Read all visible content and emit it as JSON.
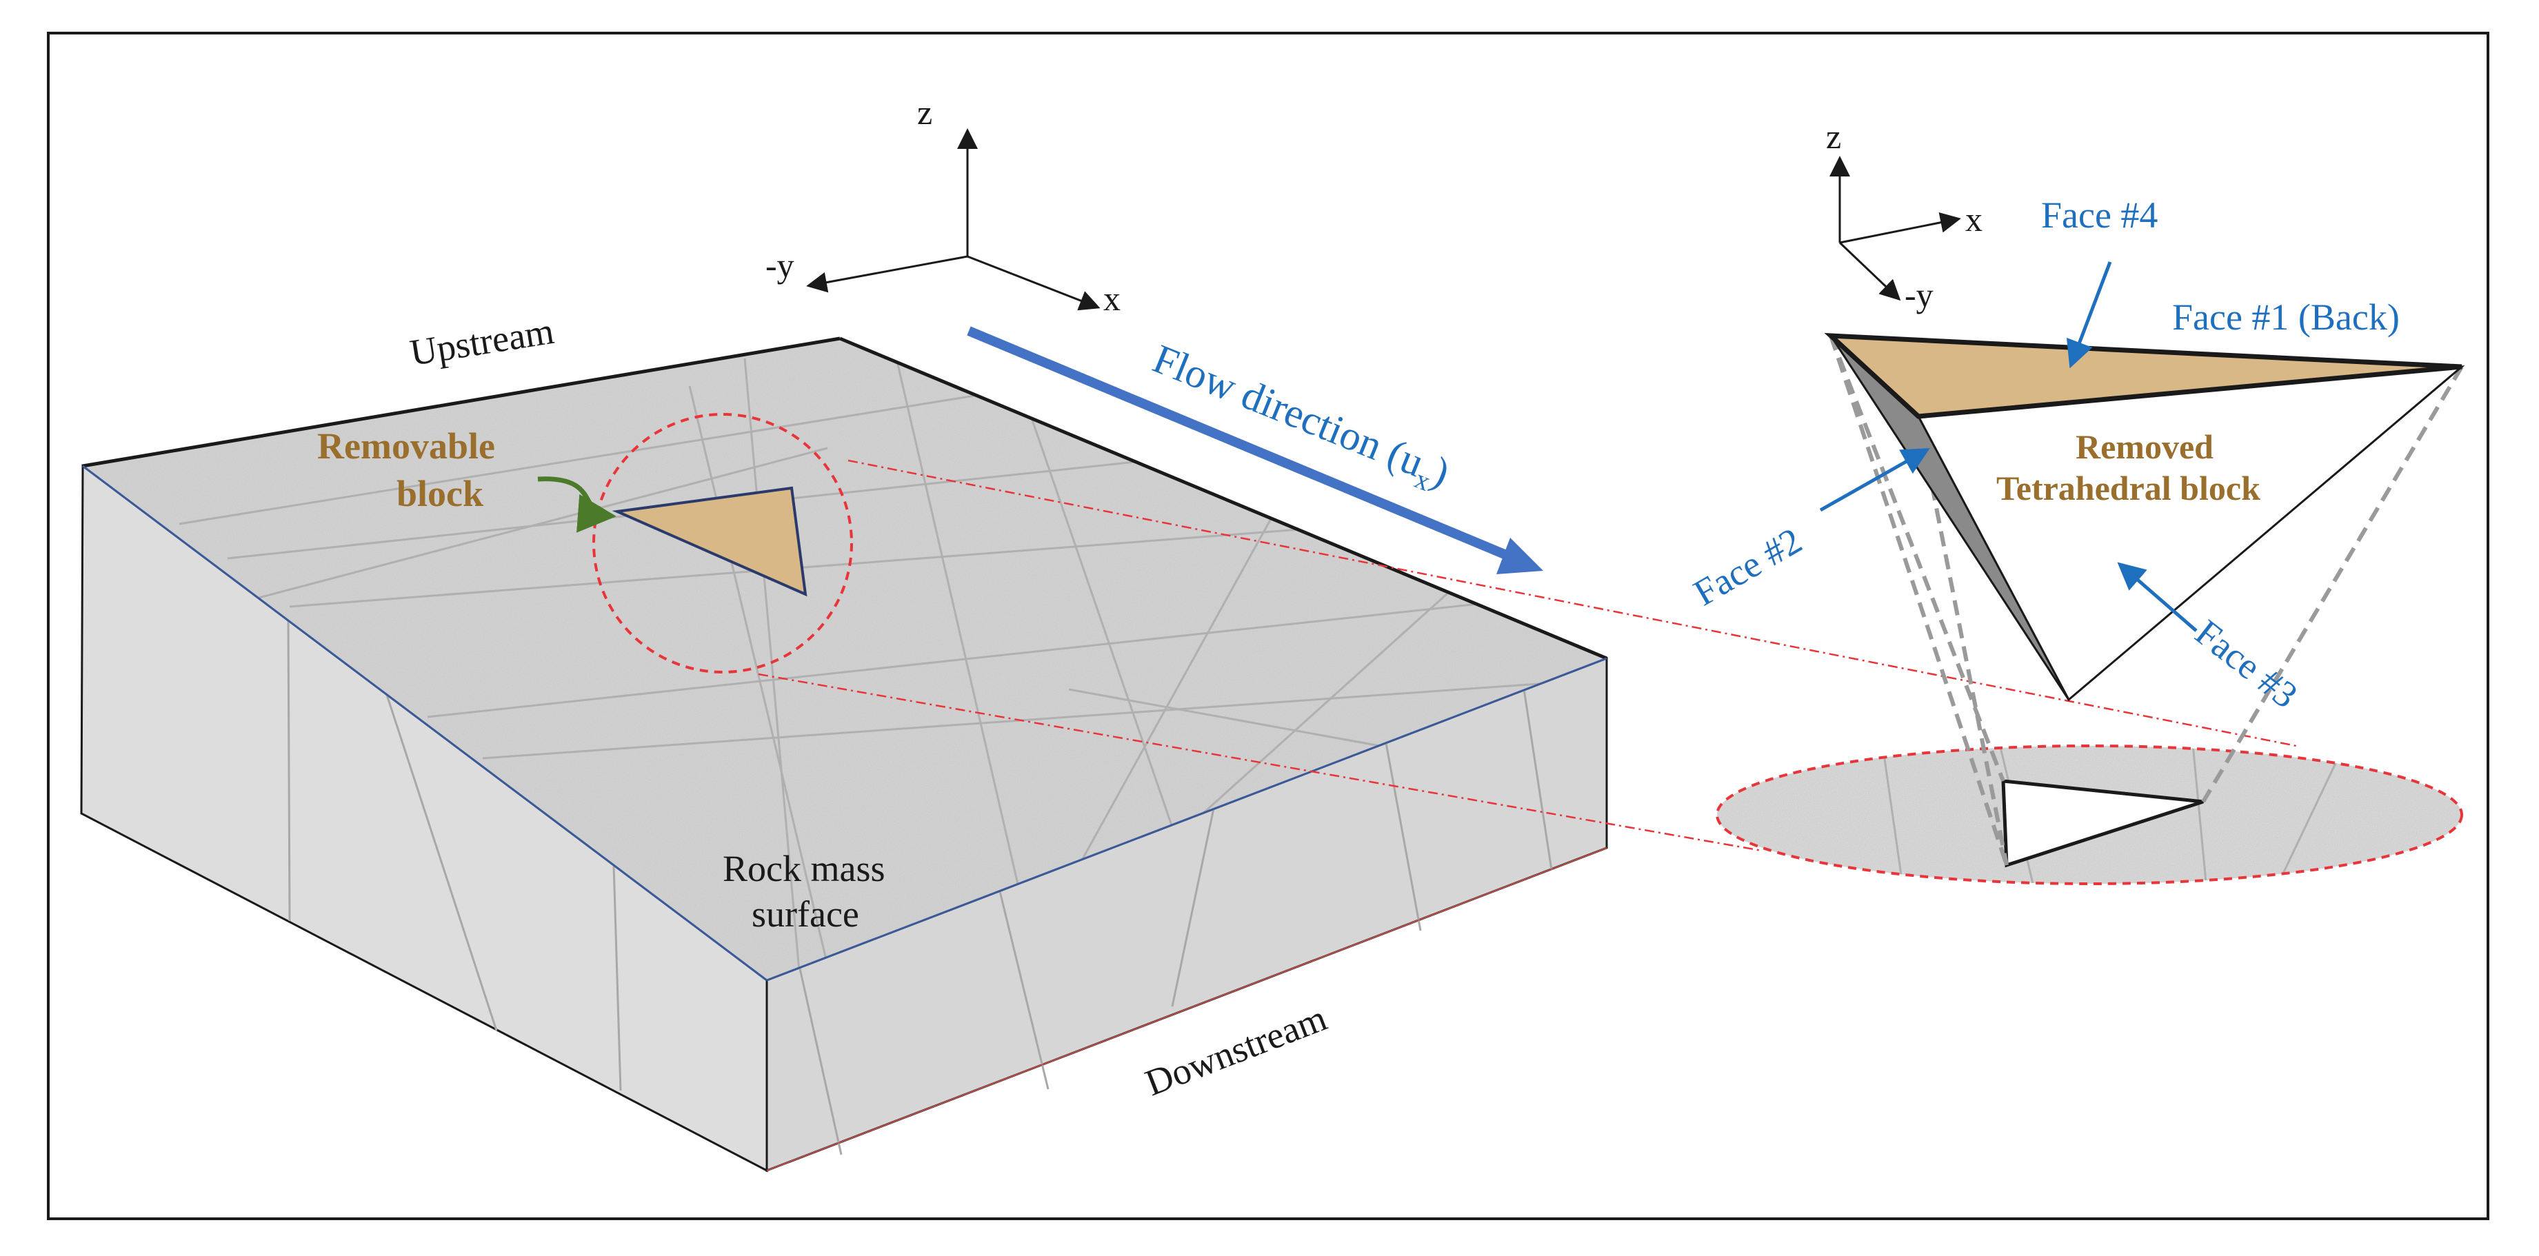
{
  "labels": {
    "z_main": "z",
    "neg_y_main": "-y",
    "x_main": "x",
    "upstream": "Upstream",
    "removable": "Removable",
    "block": "block",
    "flow_direction": "Flow direction (u",
    "flow_subscript": "x",
    "flow_close": ")",
    "rock_mass": "Rock mass",
    "surface": "surface",
    "downstream": "Downstream",
    "z_right": "z",
    "x_right": "x",
    "neg_y_right": "-y",
    "face4": "Face #4",
    "face1": "Face #1 (Back)",
    "face2": "Face #2",
    "face3": "Face #3",
    "removed": "Removed",
    "tetrahedral_block": "Tetrahedral block"
  },
  "colors": {
    "blue_text": "#1f6fbf",
    "flow_arrow": "#4472c4",
    "brown_text": "#9a6f2e",
    "block_fill": "#d9b887",
    "red_dash": "#e8353a",
    "green_arrow": "#4a7a2a",
    "rock_top": "#d4d4d4",
    "rock_side": "#dcdcdc"
  },
  "icons": {
    "axes_main": "axis-triad-icon",
    "axes_right": "axis-triad-icon",
    "flow": "arrow-right-icon",
    "curved": "curved-arrow-icon"
  }
}
